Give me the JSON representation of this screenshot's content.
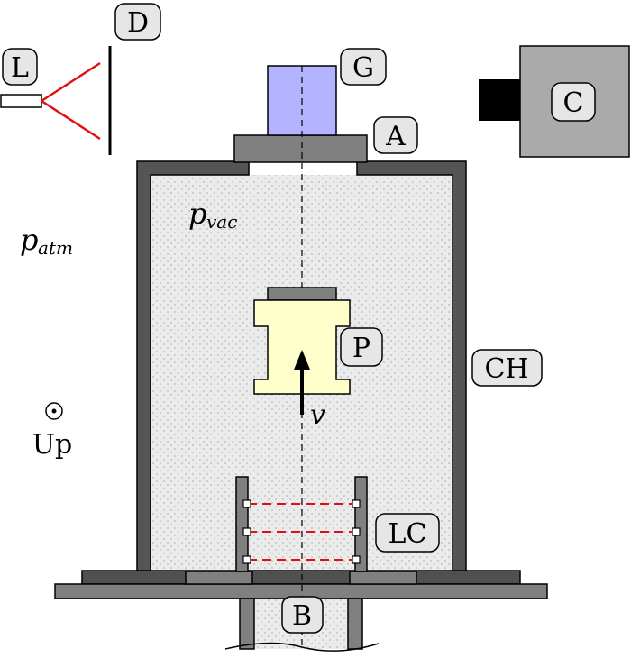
{
  "labels": {
    "D": "D",
    "L": "L",
    "G": "G",
    "C": "C",
    "A": "A",
    "P": "P",
    "CH": "CH",
    "LC": "LC",
    "B": "B",
    "up": "Up"
  },
  "math": {
    "p_atm_base": "p",
    "p_atm_sub": "atm",
    "p_vac_base": "p",
    "p_vac_sub": "vac",
    "velocity": "v"
  },
  "colors": {
    "chamber_wall": "#555555",
    "vacuum_fill": "#e6e6e6",
    "flange": "#808080",
    "gauge": "#b3b3ff",
    "projectile": "#ffffcc",
    "laser_beam": "#e01010",
    "camera_body": "#aaaaaa",
    "camera_lens": "#000000",
    "label_box": "#e6e6e6"
  }
}
